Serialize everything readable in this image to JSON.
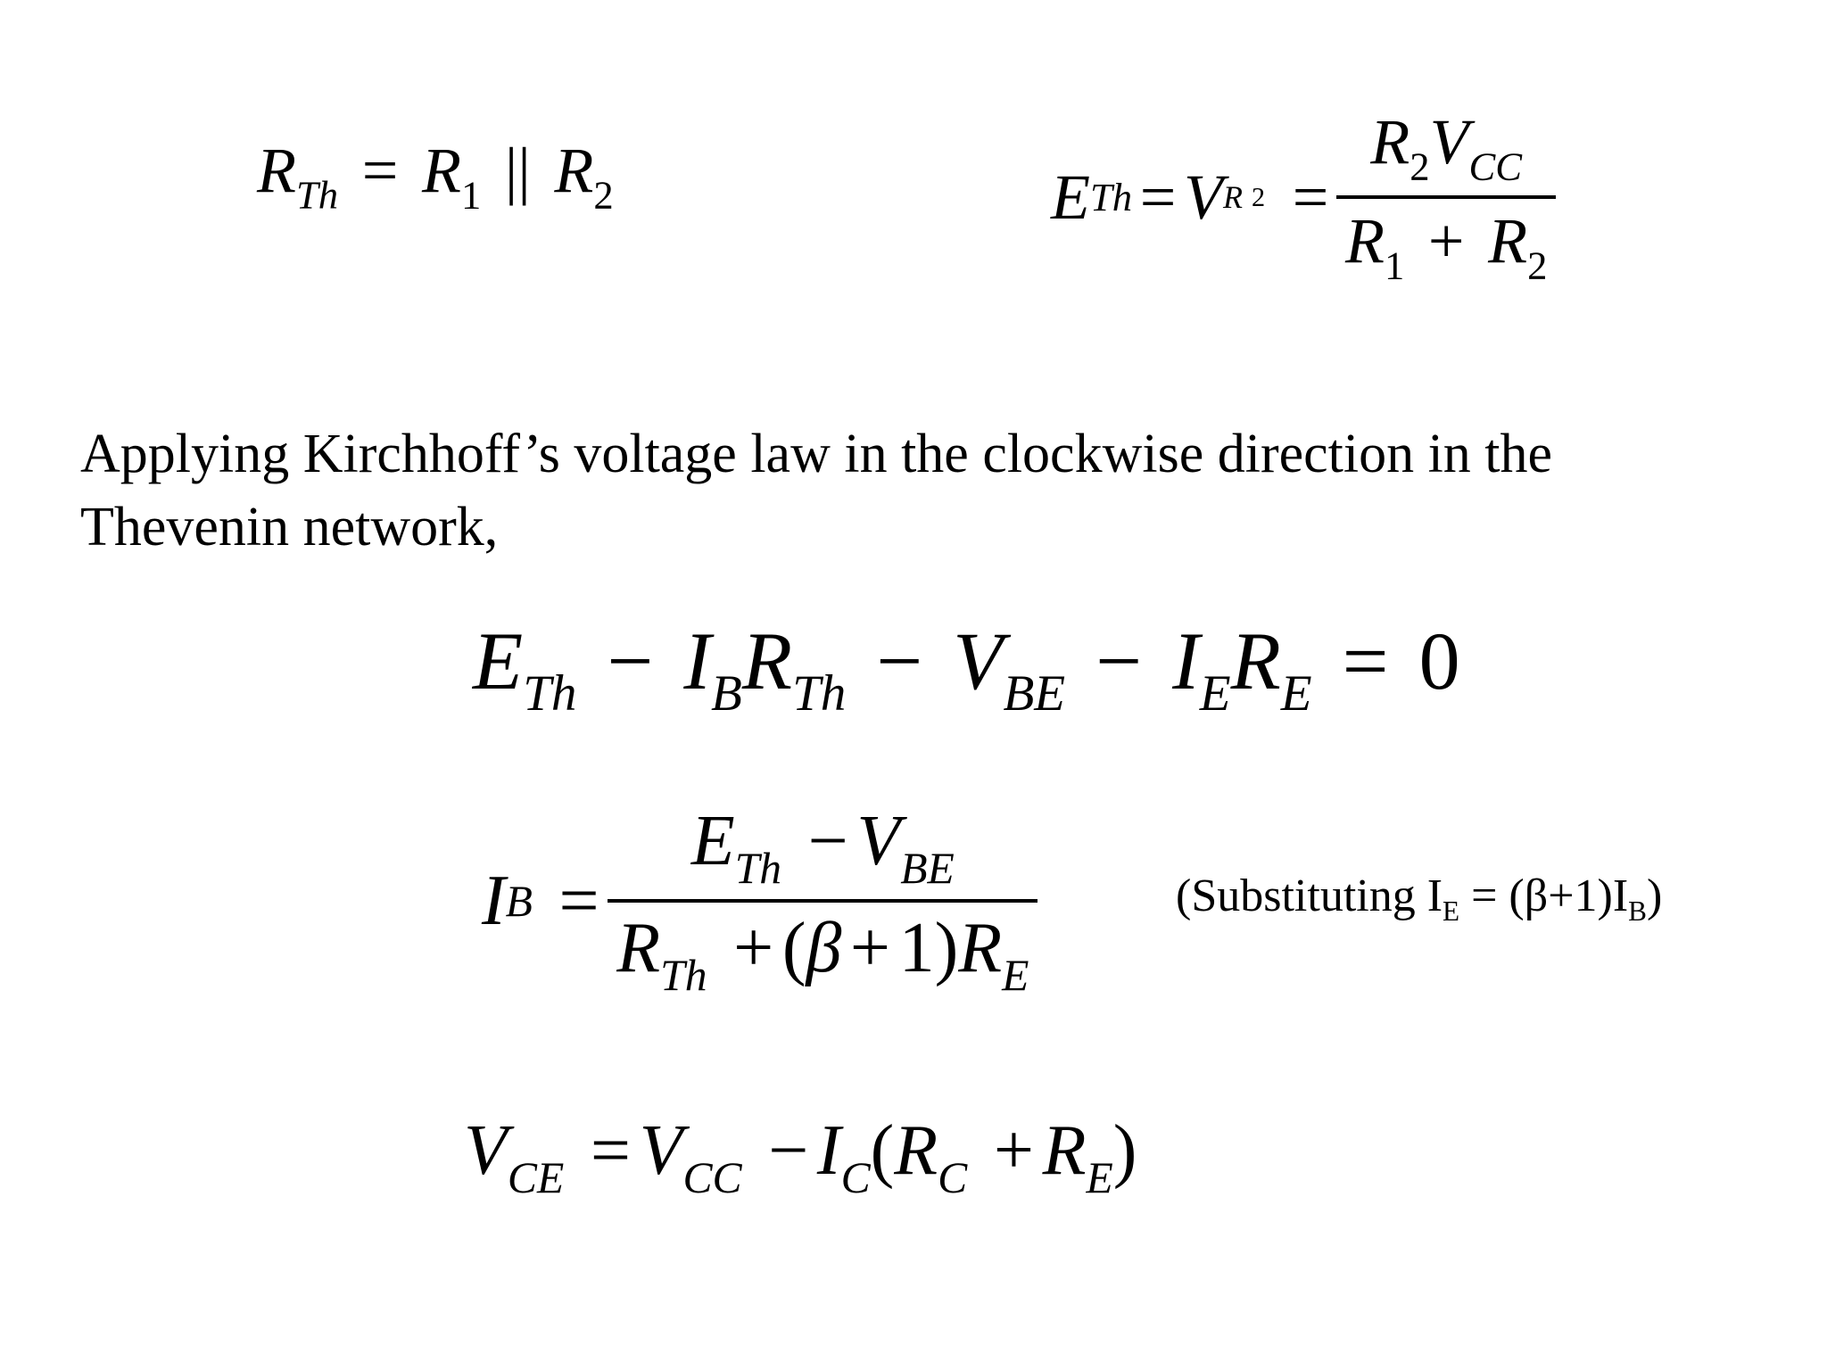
{
  "equations": {
    "rth": {
      "lhs": "R",
      "lhs_sub": "Th",
      "eq": "=",
      "a": "R",
      "a_sub": "1",
      "parallel": "||",
      "b": "R",
      "b_sub": "2"
    },
    "eth": {
      "lhs": "E",
      "lhs_sub": "Th",
      "eq1": "=",
      "mid": "V",
      "mid_sub": "R",
      "mid_sub2": "2",
      "eq2": "=",
      "num_a": "R",
      "num_a_sub": "2",
      "num_b": "V",
      "num_b_sub": "CC",
      "den_a": "R",
      "den_a_sub": "1",
      "plus": "+",
      "den_b": "R",
      "den_b_sub": "2"
    },
    "kvl": {
      "t1": "E",
      "t1_sub": "Th",
      "m1": "−",
      "t2": "I",
      "t2_sub": "B",
      "t3": "R",
      "t3_sub": "Th",
      "m2": "−",
      "t4": "V",
      "t4_sub": "BE",
      "m3": "−",
      "t5": "I",
      "t5_sub": "E",
      "t6": "R",
      "t6_sub": "E",
      "eq": "=",
      "rhs": "0"
    },
    "ib": {
      "lhs": "I",
      "lhs_sub": "B",
      "eq": "=",
      "num_a": "E",
      "num_a_sub": "Th",
      "num_minus": "−",
      "num_b": "V",
      "num_b_sub": "BE",
      "den_a": "R",
      "den_a_sub": "Th",
      "den_plus": "+",
      "den_open": "(",
      "den_beta": "β",
      "den_plus2": "+",
      "den_one": "1",
      "den_close": ")",
      "den_b": "R",
      "den_b_sub": "E"
    },
    "note": {
      "pre": "(Substituting I",
      "sub1": "E",
      "mid": " = (β+1)I",
      "sub2": "B",
      "post": ")"
    },
    "vce": {
      "lhs": "V",
      "lhs_sub": "CE",
      "eq": "=",
      "a": "V",
      "a_sub": "CC",
      "minus": "−",
      "b": "I",
      "b_sub": "C",
      "open": "(",
      "c": "R",
      "c_sub": "C",
      "plus": "+",
      "d": "R",
      "d_sub": "E",
      "close": ")"
    }
  },
  "paragraph": {
    "line1": "Applying Kirchhoff’s voltage law in the clockwise direction in the",
    "line2": "Thevenin network,"
  }
}
